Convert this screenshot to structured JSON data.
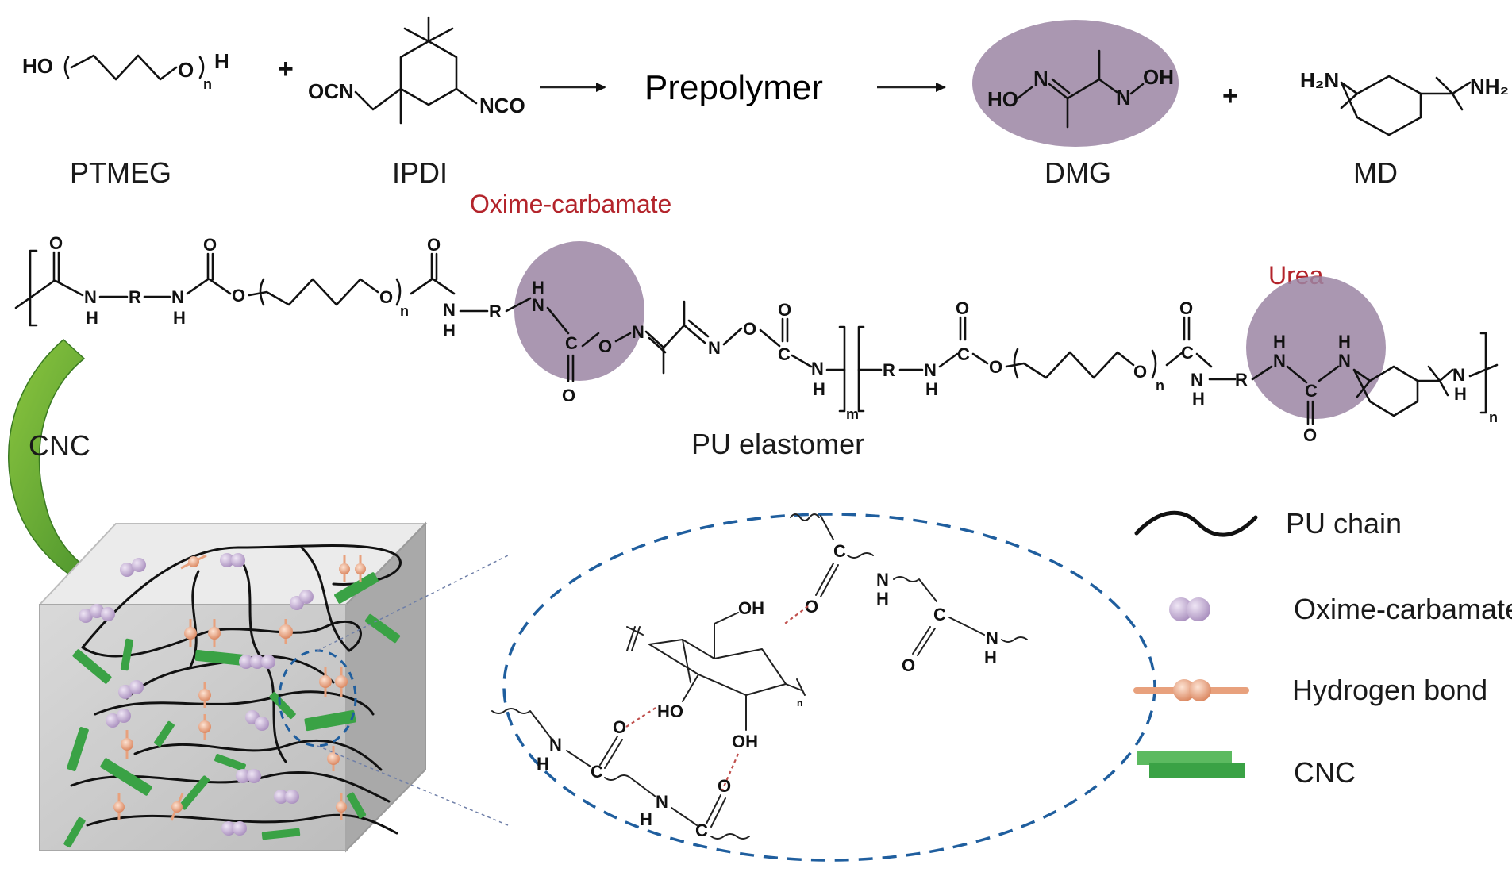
{
  "reactants": {
    "ptmeg": {
      "label": "PTMEG",
      "ho": "HO",
      "h": "H",
      "o": "O",
      "n": "n"
    },
    "ipdi": {
      "label": "IPDI",
      "ocn": "OCN",
      "nco": "NCO"
    },
    "prepolymer": "Prepolymer",
    "dmg": {
      "label": "DMG",
      "ho": "HO",
      "oh": "OH",
      "n1": "N",
      "n2": "N"
    },
    "md": {
      "label": "MD",
      "h2n": "H₂N",
      "nh2": "NH₂"
    },
    "plus": "+"
  },
  "polymer": {
    "oxime_label": "Oxime-carbamate",
    "urea_label": "Urea",
    "label": "PU elastomer",
    "m": "m",
    "n": "n",
    "atoms": {
      "O": "O",
      "N": "N",
      "H": "H",
      "R": "R",
      "C": "C"
    }
  },
  "process": {
    "cnc_label": "CNC"
  },
  "legend": {
    "items": [
      {
        "label": "PU chain",
        "icon": "wavy-line"
      },
      {
        "label": "Oxime-carbamate",
        "icon": "purple-spheres"
      },
      {
        "label": "Hydrogen bond",
        "icon": "orange-dumbbell"
      },
      {
        "label": "CNC",
        "icon": "green-bars"
      }
    ]
  },
  "zoom": {
    "oh1": "OH",
    "ho": "HO",
    "oh2": "OH",
    "o": "O",
    "n": "N",
    "c": "C",
    "h": "H",
    "sub_n": "n"
  },
  "colors": {
    "highlight": "#9b85a3",
    "accent_red": "#b3242b",
    "cnc_green": "#3aa245",
    "hbond_orange": "#e8a17d",
    "sphere_purple": "#c8b4d6",
    "dash_blue": "#1f5e9e",
    "arrow_green": "#4e9b2e"
  }
}
